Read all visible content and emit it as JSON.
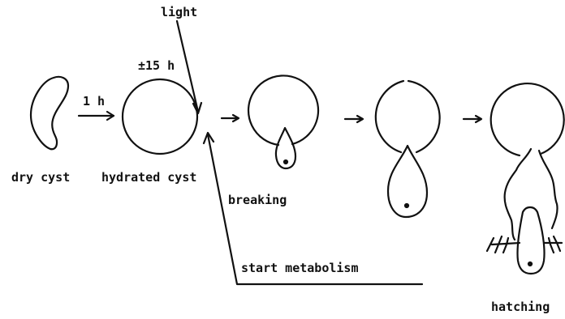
{
  "diagram": {
    "labels": {
      "light": "light",
      "duration_hydration": "±15 h",
      "duration_first": "1 h",
      "dry_cyst": "dry cyst",
      "hydrated_cyst": "hydrated cyst",
      "breaking": "breaking",
      "start_metabolism": "start metabolism",
      "hatching": "hatching"
    },
    "colors": {
      "ink": "#111111",
      "background": "#ffffff"
    }
  }
}
